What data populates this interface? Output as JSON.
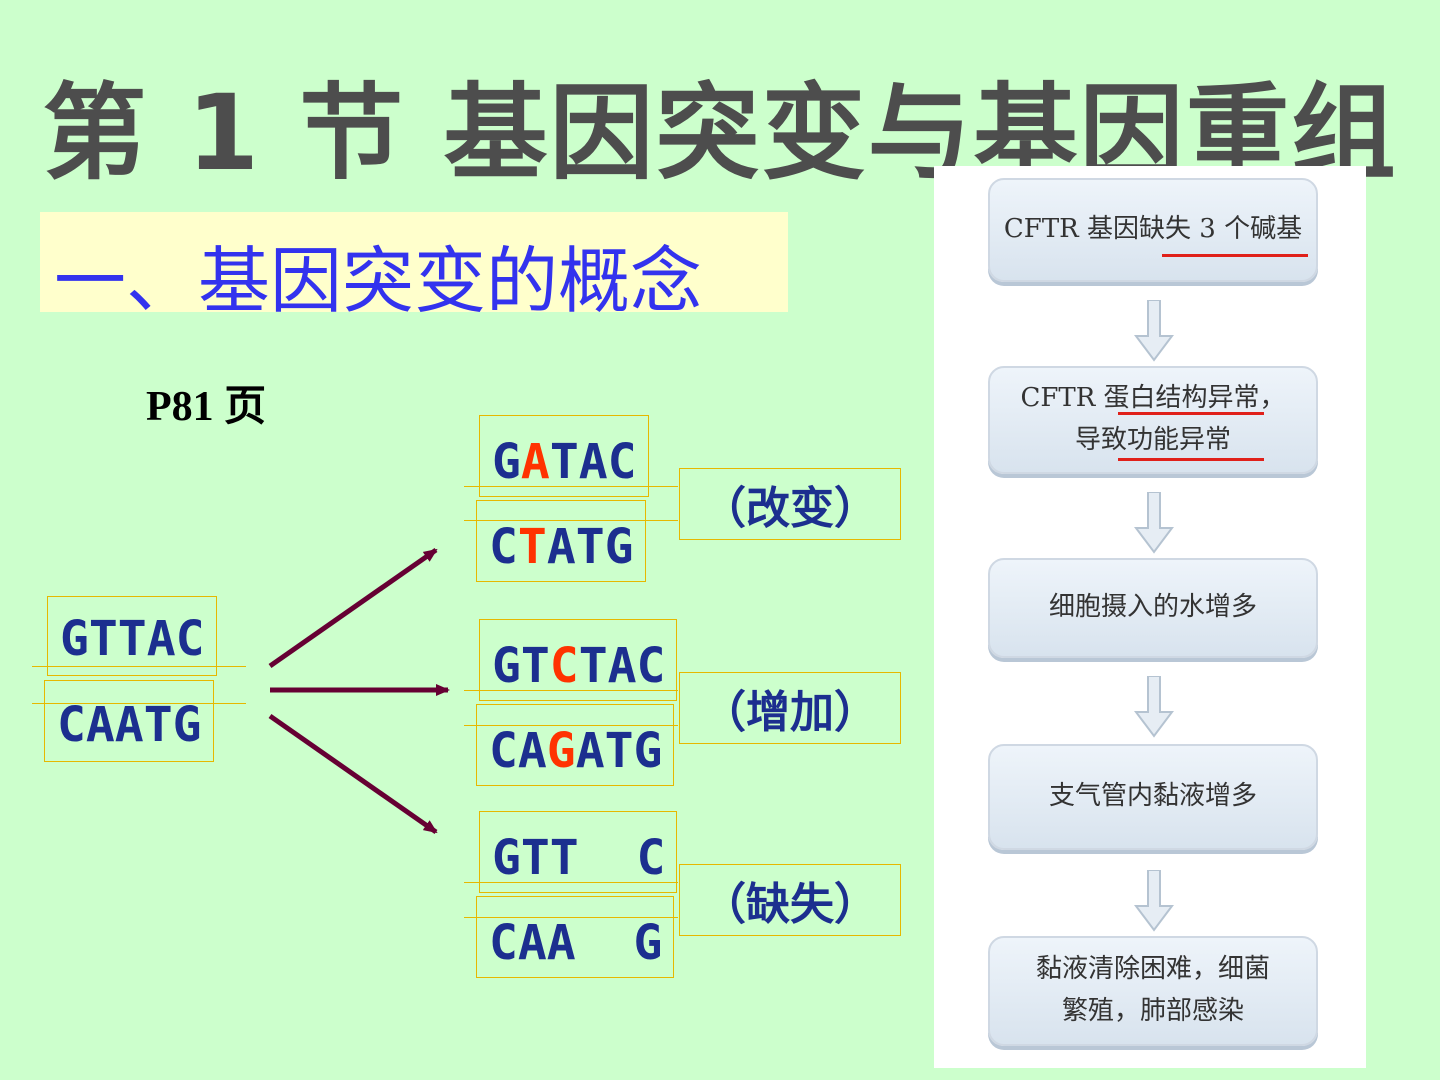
{
  "title": "第 1 节   基因突变与基因重组",
  "section": "一、基因突变的概念",
  "page_ref": "P81 页",
  "original": {
    "top": "GTTAC",
    "bottom": "CAATG"
  },
  "mutations": [
    {
      "top_pre": "G",
      "top_mut": "A",
      "top_post": "TAC",
      "bot_pre": "C",
      "bot_mut": "T",
      "bot_post": "ATG",
      "label": "（改变）"
    },
    {
      "top_pre": "GT",
      "top_mut": "C",
      "top_post": "TAC",
      "bot_pre": "CA",
      "bot_mut": "G",
      "bot_post": "ATG",
      "label": "（增加）"
    },
    {
      "top": "GTT  C",
      "bottom": "CAA  G",
      "label": "（缺失）"
    }
  ],
  "colors": {
    "background": "#ccffcc",
    "sequence": "#1c2f8f",
    "mutation": "#ff3300",
    "arrow": "#660033",
    "section_text": "#3333ee"
  },
  "flowchart": [
    {
      "lines": [
        "CFTR 基因缺失 3 个碱基"
      ]
    },
    {
      "lines": [
        "CFTR 蛋白结构异常，",
        "导致功能异常"
      ]
    },
    {
      "lines": [
        "细胞摄入的水增多"
      ]
    },
    {
      "lines": [
        "支气管内黏液增多"
      ]
    },
    {
      "lines": [
        "黏液清除困难，细菌",
        "繁殖，肺部感染"
      ]
    }
  ]
}
